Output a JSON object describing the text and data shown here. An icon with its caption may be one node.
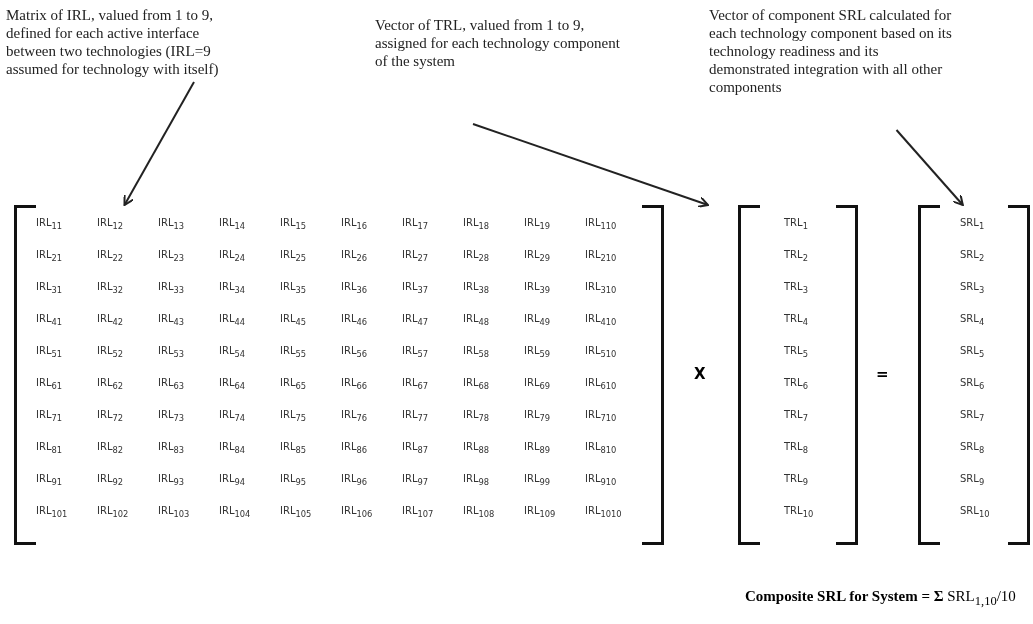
{
  "diagram": {
    "nodes": [
      {
        "text": [
          "Matrix of IRL, valued from 1 to 9, defined for each active interface between two technologies (IRL=9 assumed for technology with itself)"
        ]
      },
      {
        "text": [
          "Vector of TRL, valued from 1 to 9, assigned for each technology component of the system"
        ]
      },
      {
        "text": [
          "Vector of component SRL calculated for each technology component based on its technology readiness and its demonstrated integration with all other components"
        ]
      },
      {
        "text": [
          "IRL$_{11}$",
          "IRL$_{12}$",
          "IRL$_{13}$",
          "IRL$_{14}$",
          "IRL$_{15}$",
          "IRL$_{16}$",
          "IRL$_{17}$",
          "IRL$_{18}$",
          "IRL$_{19}$",
          "IRL$_{110}$",
          "IRL$_{21}$",
          "IRL$_{22}$",
          "IRL$_{23}$",
          "IRL$_{24}$",
          "IRL$_{25}$",
          "IRL$_{26}$",
          "IRL$_{27}$",
          "IRL$_{28}$",
          "IRL$_{29}$",
          "IRL$_{210}$",
          "IRL$_{31}$",
          "IRL$_{32}$",
          "IRL$_{33}$",
          "IRL$_{34}$",
          "IRL$_{35}$",
          "IRL$_{36}$",
          "IRL$_{37}$",
          "IRL$_{38}$",
          "IRL$_{39}$",
          "IRL$_{310}$",
          "IRL$_{41}$",
          "IRL$_{42}$",
          "IRL$_{43}$",
          "IRL$_{44}$",
          "IRL$_{45}$",
          "IRL$_{46}$",
          "IRL$_{47}$",
          "IRL$_{48}$",
          "IRL$_{49}$",
          "IRL$_{410}$",
          "IRL$_{51}$",
          "IRL$_{52}$",
          "IRL$_{53}$",
          "IRL$_{54}$",
          "IRL$_{55}$",
          "IRL$_{56}$",
          "IRL$_{57}$",
          "IRL$_{58}$",
          "IRL$_{59}$",
          "IRL$_{510}$",
          "IRL$_{61}$",
          "IRL$_{62}$",
          "IRL$_{63}$",
          "IRL$_{64}$",
          "IRL$_{65}$",
          "IRL$_{66}$",
          "IRL$_{67}$",
          "IRL$_{68}$",
          "IRL$_{69}$",
          "IRL$_{610}$",
          "IRL$_{71}$",
          "IRL$_{72}$",
          "IRL$_{73}$",
          "IRL$_{74}$",
          "IRL$_{75}$",
          "IRL$_{76}$",
          "IRL$_{77}$",
          "IRL$_{78}$",
          "IRL$_{79}$",
          "IRL$_{710}$",
          "IRL$_{81}$",
          "IRL$_{82}$",
          "IRL$_{83}$",
          "IRL$_{84}$",
          "IRL$_{85}$",
          "IRL$_{86}$",
          "IRL$_{87}$",
          "IRL$_{88}$",
          "IRL$_{89}$",
          "IRL$_{810}$",
          "IRL$_{91}$",
          "IRL$_{92}$",
          "IRL$_{93}$",
          "IRL$_{94}$",
          "IRL$_{95}$",
          "IRL$_{96}$",
          "IRL$_{97}$",
          "IRL$_{98}$",
          "IRL$_{99}$",
          "IRL$_{910}$",
          "IRL$_{101}$",
          "IRL$_{102}$",
          "IRL$_{103}$",
          "IRL$_{104}$",
          "IRL$_{105}$",
          "IRL$_{106}$",
          "IRL$_{107}$",
          "IRL$_{108}$",
          "IRL$_{109}$",
          "IRL$_{1010}$"
        ]
      },
      {
        "text": [
          "TRL$_{1}$",
          "TRL$_{2}$",
          "TRL$_{3}$",
          "TRL$_{4}$",
          "TRL$_{5}$",
          "TRL$_{6}$",
          "TRL$_{7}$",
          "TRL$_{8}$",
          "TRL$_{9}$",
          "TRL$_{10}$"
        ]
      },
      {
        "text": [
          "SRL$_{1}$",
          "SRL$_{2}$",
          "SRL$_{3}$",
          "SRL$_{4}$",
          "SRL$_{5}$",
          "SRL$_{6}$",
          "SRL$_{7}$",
          "SRL$_{8}$",
          "SRL$_{9}$",
          "SRL$_{10}$"
        ]
      }
    ],
    "edges": [
      {
        "from": 0,
        "to": 3,
        "arrow": "to"
      },
      {
        "from": 1,
        "to": 4,
        "arrow": "to"
      },
      {
        "from": 2,
        "to": 5,
        "arrow": "to"
      }
    ],
    "labels": [
      "X",
      "=",
      "**Composite SRL for System =  Σ** SRL$_{1,10}$/10"
    ]
  }
}
